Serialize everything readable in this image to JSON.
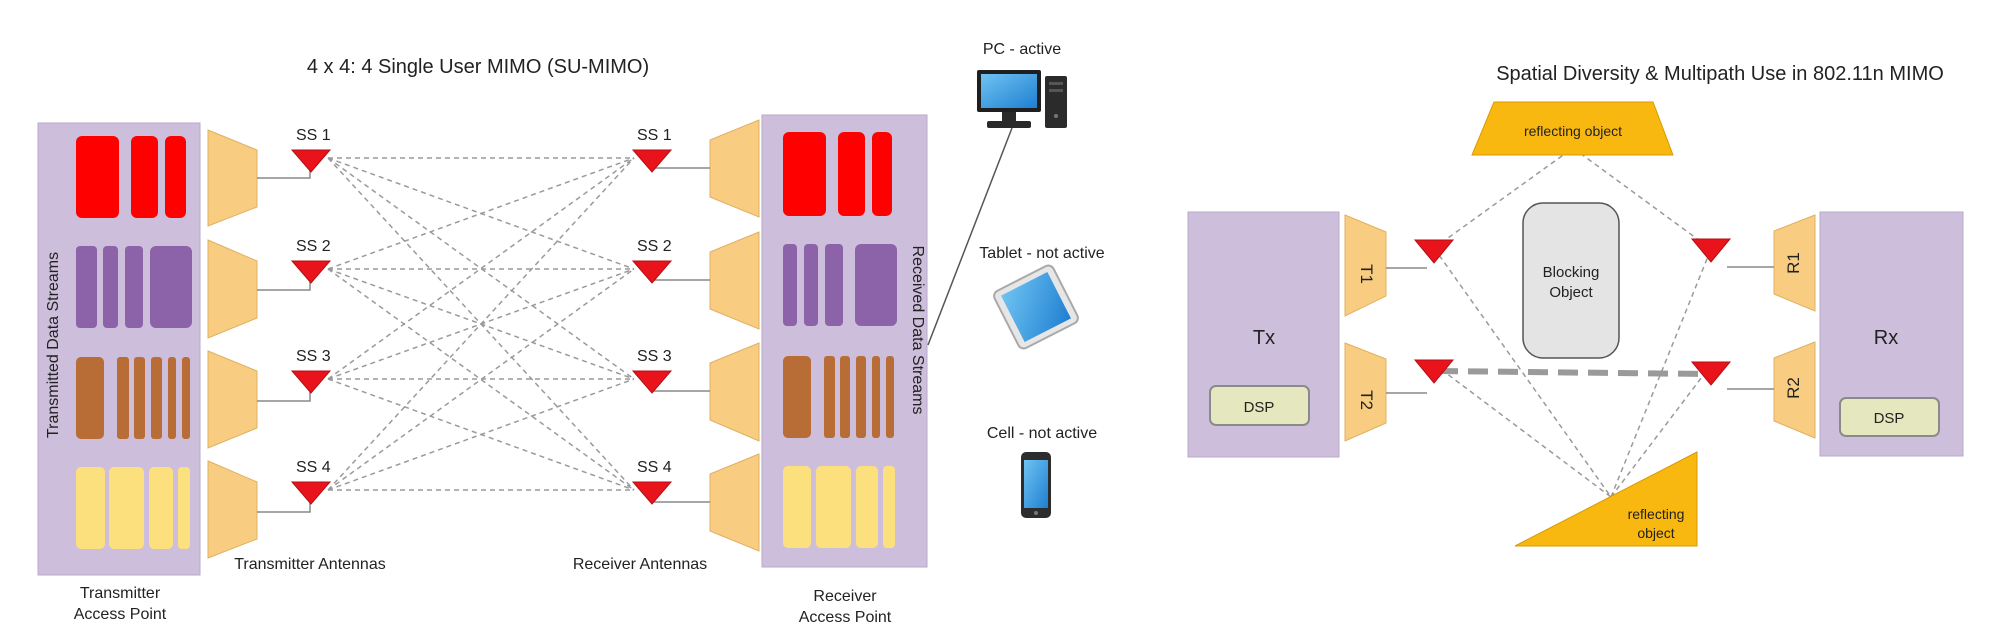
{
  "left_diagram": {
    "title": "4 x 4: 4 Single User MIMO (SU-MIMO)",
    "transmitted_streams_label": "Transmitted Data Streams",
    "received_streams_label": "Received Data Streams",
    "transmitter_ap_label": [
      "Transmitter",
      "Access Point"
    ],
    "receiver_ap_label": [
      "Receiver",
      "Access Point"
    ],
    "transmitter_antennas_label": "Transmitter Antennas",
    "receiver_antennas_label": "Receiver Antennas",
    "tx_spatial_streams": [
      "SS 1",
      "SS 2",
      "SS 3",
      "SS 4"
    ],
    "rx_spatial_streams": [
      "SS 1",
      "SS 2",
      "SS 3",
      "SS 4"
    ],
    "stream_colors": [
      "#ff0000",
      "#8c62a8",
      "#b86d36",
      "#fde07e"
    ],
    "devices": [
      {
        "label": "PC -  active",
        "icon": "desktop-pc-icon"
      },
      {
        "label": "Tablet - not active",
        "icon": "tablet-icon"
      },
      {
        "label": "Cell - not active",
        "icon": "smartphone-icon"
      }
    ]
  },
  "right_diagram": {
    "title": "Spatial Diversity & Multipath Use in 802.11n MIMO",
    "tx_label": "Tx",
    "rx_label": "Rx",
    "tx_dsp_label": "DSP",
    "rx_dsp_label": "DSP",
    "tx_antenna_labels": [
      "T1",
      "T2"
    ],
    "rx_antenna_labels": [
      "R1",
      "R2"
    ],
    "reflecting_object_top": "reflecting object",
    "reflecting_object_bottom": [
      "reflecting",
      "object"
    ],
    "blocking_object": [
      "Blocking",
      "Object"
    ]
  }
}
